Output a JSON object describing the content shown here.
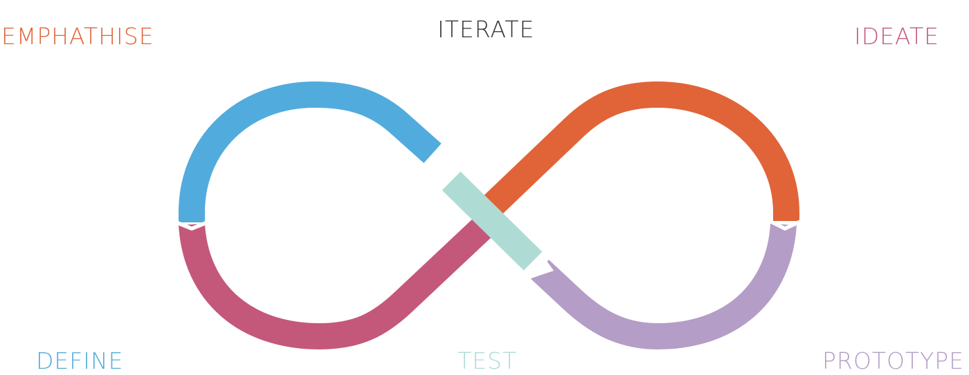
{
  "labels": {
    "empathise": "EMPHATHISE",
    "iterate": "ITERATE",
    "ideate": "IDEATE",
    "define": "DEFINE",
    "test": "TEST",
    "prototype": "PROTOTYPE"
  },
  "colors": {
    "empathise": "#E06438",
    "iterate": "#333333",
    "ideate": "#C4587A",
    "define": "#52ABDD",
    "test": "#AEDCD5",
    "prototype": "#B49DC6",
    "blue_segment": "#52ABDD",
    "orange_segment": "#E06438",
    "pink_segment": "#C4587A",
    "purple_segment": "#B49DC6",
    "teal_segment": "#AEDCD5"
  }
}
